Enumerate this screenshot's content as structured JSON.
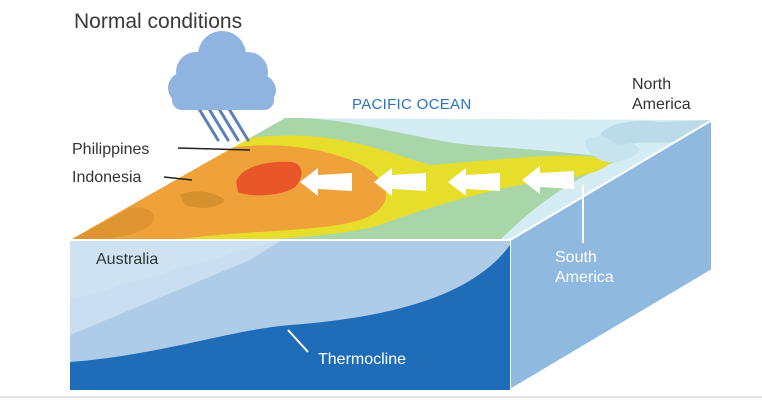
{
  "title": "Normal conditions",
  "ocean_label": "PACIFIC OCEAN",
  "labels": {
    "north_america_line1": "North",
    "north_america_line2": "America",
    "philippines": "Philippines",
    "indonesia": "Indonesia",
    "australia": "Australia",
    "south_america_line1": "South",
    "south_america_line2": "America",
    "thermocline": "Thermocline"
  },
  "icons": [
    "rain-cloud-icon",
    "wind-arrow-icon"
  ],
  "colors": {
    "warm_core": "#e8562a",
    "warm": "#f0a23a",
    "mild": "#e6de2a",
    "cool": "#a9d6a8",
    "cold": "#d4ecf4",
    "deep_water": "#1f6db8",
    "shallow_water": "#a9c9e6",
    "side_face": "#8fb9df",
    "cloud": "#8fb4e0"
  }
}
